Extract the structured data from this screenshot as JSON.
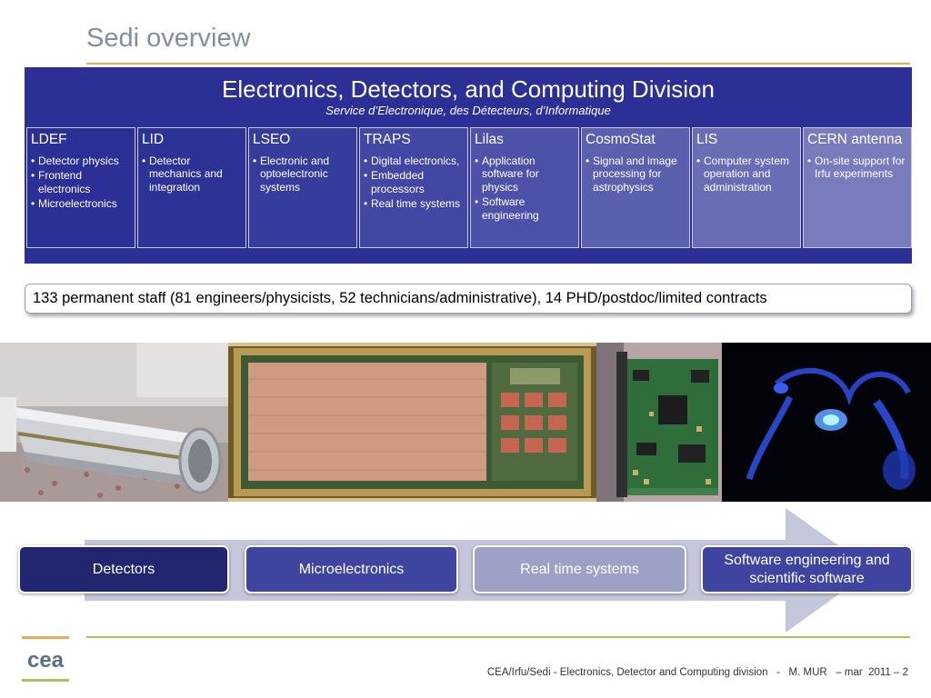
{
  "slide": {
    "title": "Sedi overview"
  },
  "division": {
    "title": "Electronics, Detectors, and Computing  Division",
    "subtitle": "Service d’Electronique, des Détecteurs, d’Informatique",
    "units": [
      {
        "name": "LDEF",
        "items": [
          "Detector physics",
          "Frontend electronics",
          "Microelectronics"
        ],
        "color": "#2b2f96"
      },
      {
        "name": "LID",
        "items": [
          "Detector mechanics and integration"
        ],
        "color": "#2d3396"
      },
      {
        "name": "LSEO",
        "items": [
          "Electronic and optoelectronic systems"
        ],
        "color": "#363c9c"
      },
      {
        "name": "TRAPS",
        "items": [
          "Digital electronics,",
          "Embedded processors",
          "Real time systems"
        ],
        "color": "#4147a2"
      },
      {
        "name": "Lilas",
        "items": [
          "Application software for physics",
          "Software engineering"
        ],
        "color": "#4d52a8"
      },
      {
        "name": "CosmoStat",
        "items": [
          "Signal and image processing for astrophysics"
        ],
        "color": "#5a5fae"
      },
      {
        "name": "LIS",
        "items": [
          "Computer system operation and administration"
        ],
        "color": "#686db5"
      },
      {
        "name": "CERN antenna",
        "items": [
          "On-site support for Irfu experiments"
        ],
        "color": "#787cbd"
      }
    ]
  },
  "staff_note": "133 permanent staff (81 engineers/physicists, 52 technicians/administrative), 14 PHD/postdoc/limited contracts",
  "photos": [
    {
      "name": "detector-cylinder-photo"
    },
    {
      "name": "microchip-die-photo"
    },
    {
      "name": "electronic-board-photo"
    },
    {
      "name": "blue-visualization-photo"
    }
  ],
  "process": {
    "steps": [
      {
        "label": "Detectors",
        "color": "#222670"
      },
      {
        "label": "Microelectronics",
        "color": "#3f44a0"
      },
      {
        "label": "Real time systems",
        "color": "#9ea1c6"
      },
      {
        "label": "Software engineering and scientific software",
        "color": "#3f44a0"
      }
    ],
    "arrow_color": "#c4c6dc"
  },
  "footer": {
    "text": "CEA/Irfu/Sedi - Electronics, Detector and Computing division   -   M. MUR   – mar  2011 – 2"
  },
  "logo": {
    "icon": "cea-logo",
    "text": "cea"
  },
  "colors": {
    "title": "#7f8fa6",
    "accent_orange": "#f2a65a",
    "accent_green": "#a6c35a",
    "division_bg": "#2b2f96"
  }
}
